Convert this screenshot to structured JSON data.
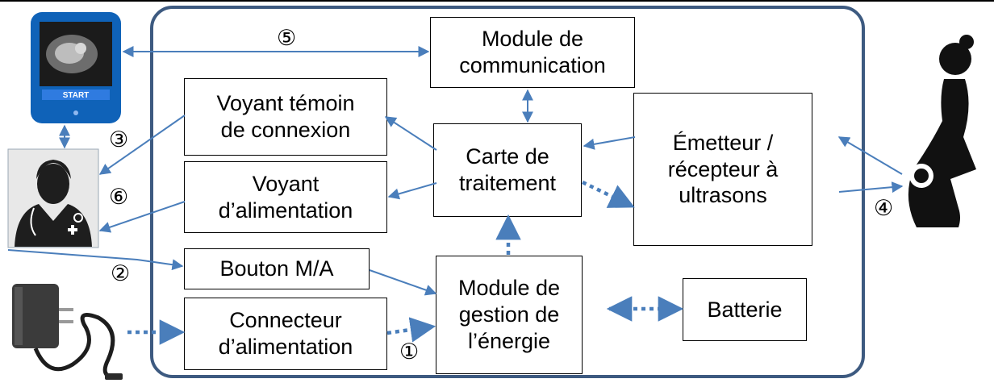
{
  "colors": {
    "frame": "#3d5a80",
    "arrow": "#4a7ebb"
  },
  "blocks": {
    "communication": "Module de\ncommunication",
    "connection_led": "Voyant témoin\nde connexion",
    "power_led": "Voyant\nd’alimentation",
    "power_button": "Bouton M/A",
    "power_connector": "Connecteur\nd’alimentation",
    "processing_board": "Carte de\ntraitement",
    "energy_module": "Module de\ngestion de\nl’énergie",
    "battery": "Batterie",
    "ultrasound": "Émetteur /\nrécepteur à\nultrasons"
  },
  "numbers": {
    "n1": "①",
    "n2": "②",
    "n3": "③",
    "n4": "④",
    "n5": "⑤",
    "n6": "⑥"
  },
  "tablet": {
    "button_label": "START"
  },
  "icons": [
    "tablet-icon",
    "doctor-icon",
    "charger-icon",
    "pregnant-woman-icon"
  ]
}
